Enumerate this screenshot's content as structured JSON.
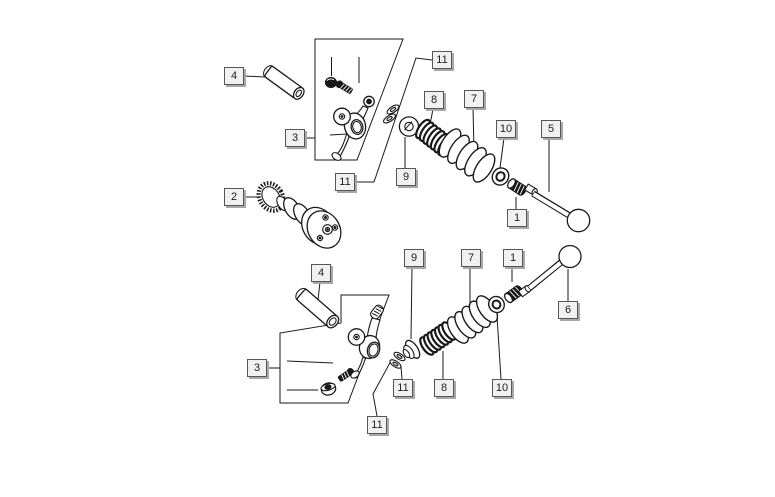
{
  "colors": {
    "background": "#ffffff",
    "line_art": "#1a1a1a",
    "callout_face": "#f1f1f1",
    "callout_border": "#565656",
    "callout_shadow": "#a8a8a8",
    "callout_text": "#222222"
  },
  "callouts": [
    {
      "id": "callout-4-top",
      "label": "4"
    },
    {
      "id": "callout-3-top",
      "label": "3"
    },
    {
      "id": "callout-11-top",
      "label": "11"
    },
    {
      "id": "callout-11-mid",
      "label": "11"
    },
    {
      "id": "callout-8-top",
      "label": "8"
    },
    {
      "id": "callout-7-top",
      "label": "7"
    },
    {
      "id": "callout-10-top",
      "label": "10"
    },
    {
      "id": "callout-5",
      "label": "5"
    },
    {
      "id": "callout-9-top",
      "label": "9"
    },
    {
      "id": "callout-1-top",
      "label": "1"
    },
    {
      "id": "callout-2",
      "label": "2"
    },
    {
      "id": "callout-9-bottom",
      "label": "9"
    },
    {
      "id": "callout-7-bottom",
      "label": "7"
    },
    {
      "id": "callout-1-bottom",
      "label": "1"
    },
    {
      "id": "callout-6",
      "label": "6"
    },
    {
      "id": "callout-4-bottom",
      "label": "4"
    },
    {
      "id": "callout-3-bottom",
      "label": "3"
    },
    {
      "id": "callout-11-bottom-mid",
      "label": "11"
    },
    {
      "id": "callout-8-bottom",
      "label": "8"
    },
    {
      "id": "callout-10-bottom",
      "label": "10"
    },
    {
      "id": "callout-11-bottom-low",
      "label": "11"
    }
  ]
}
